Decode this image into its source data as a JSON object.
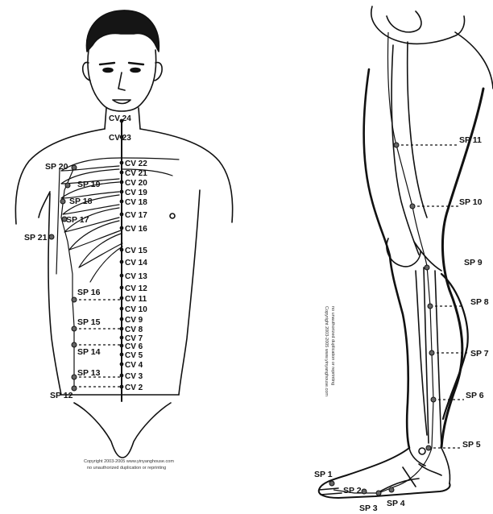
{
  "torso": {
    "cv_points": [
      "CV 24",
      "CV 23",
      "CV 22",
      "CV 21",
      "CV 20",
      "CV 19",
      "CV 18",
      "CV 17",
      "CV 16",
      "CV 15",
      "CV 14",
      "CV 13",
      "CV 12",
      "CV 11",
      "CV 10",
      "CV 9",
      "CV 8",
      "CV 7",
      "CV 6",
      "CV 5",
      "CV 4",
      "CV 3",
      "CV 2"
    ],
    "sp_points": [
      "SP 20",
      "SP 19",
      "SP 18",
      "SP 17",
      "SP 21",
      "SP 16",
      "SP 15",
      "SP 14",
      "SP 13",
      "SP 12"
    ],
    "copyright_line1": "Copyright 2003-2005 www.yinyanghouse.com",
    "copyright_line2": "no unauthorized duplication or reprinting"
  },
  "leg": {
    "sp_points": [
      "SP 11",
      "SP 10",
      "SP 9",
      "SP 8",
      "SP 7",
      "SP 6",
      "SP 5",
      "SP 1",
      "SP 2",
      "SP 3",
      "SP 4"
    ],
    "copyright_line1": "Copyright 2003-2005 www.yinyanghouse.com",
    "copyright_line2": "no unauthorized duplication or reprinting"
  },
  "colors": {
    "ink": "#111111",
    "meridian_point": "#222222"
  }
}
